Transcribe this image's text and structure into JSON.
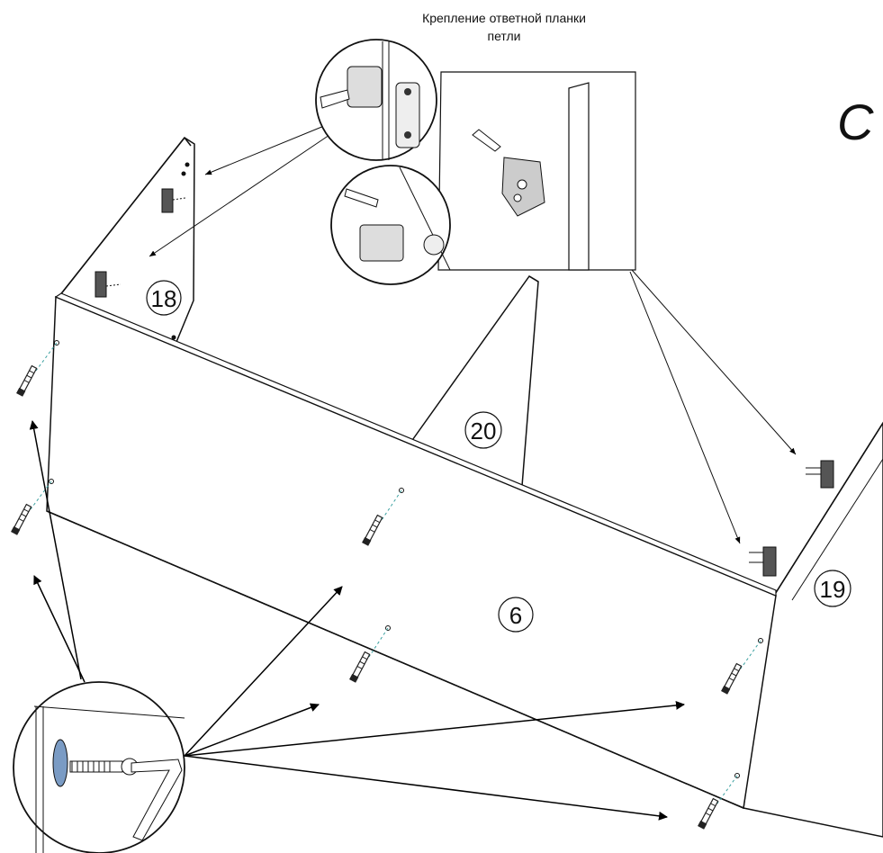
{
  "caption": {
    "line1": "Крепление ответной планки",
    "line2": "петли"
  },
  "step_letter": "C",
  "part_labels": {
    "side_left": "18",
    "partition": "20",
    "back_panel": "6",
    "side_right": "19"
  },
  "icons": [
    "hinge-mounting-plate-icon",
    "screwdriver-icon",
    "confirmat-screw-icon",
    "hex-key-icon",
    "rotation-arrow-icon"
  ]
}
